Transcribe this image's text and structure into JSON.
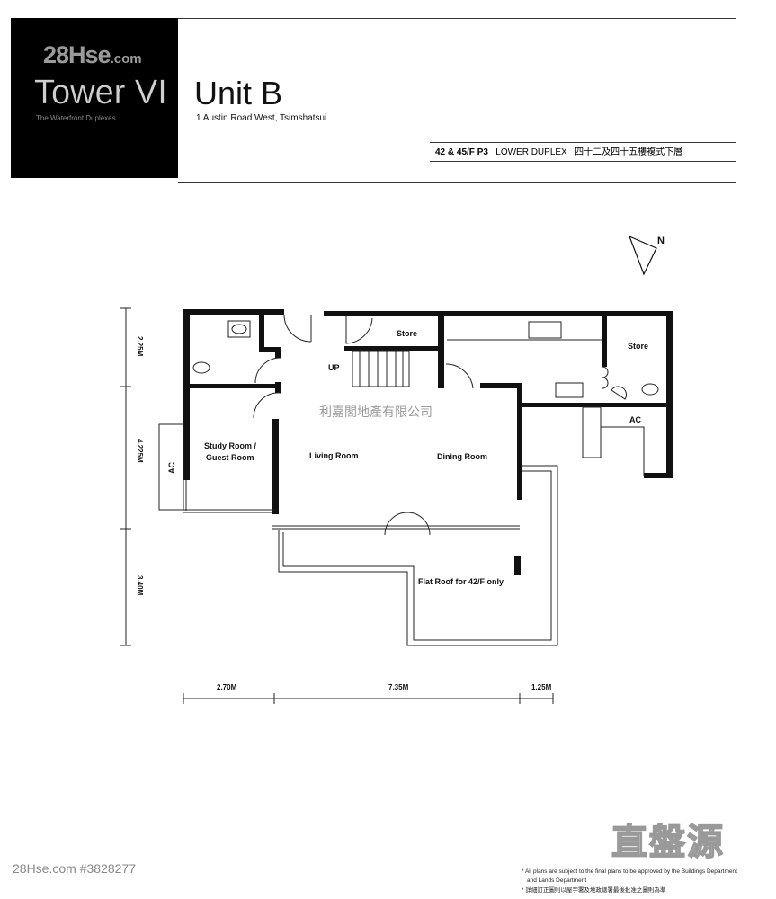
{
  "header": {
    "brand": "28Hse",
    "brand_suffix": ".com",
    "tower": "Tower VI",
    "tower_subtitle": "The Waterfront Duplexes",
    "unit": "Unit B",
    "address": "1 Austin Road West, Tsimshatsui",
    "floor_code": "42 & 45/F P3",
    "floor_desc": "LOWER DUPLEX",
    "floor_desc_cn": "四十二及四十五樓複式下層"
  },
  "plan": {
    "rooms": {
      "store_1": "Store",
      "store_2": "Store",
      "up": "UP",
      "ac_left": "AC",
      "ac_right": "AC",
      "study": "Study Room /",
      "study_2": "Guest Room",
      "living": "Living Room",
      "dining": "Dining Room",
      "flat_roof": "Flat Roof for 42/F only"
    },
    "north": "N",
    "dimensions_vertical": [
      "2.25M",
      "4.225M",
      "3.40M"
    ],
    "dimensions_horizontal": [
      "2.70M",
      "7.35M",
      "1.25M"
    ]
  },
  "watermarks": {
    "agency": "利嘉閣地產有限公司",
    "listing_ref": "28Hse.com #3828277",
    "logo_text": "直盤源"
  },
  "notes": {
    "en_1": "* All plans are subject to the final plans to be approved by the Buildings Department",
    "en_2": "and Lands Department",
    "cn": "* 詳細訂正圖則以屋宇署及地政總署最後批准之圖則為準"
  }
}
